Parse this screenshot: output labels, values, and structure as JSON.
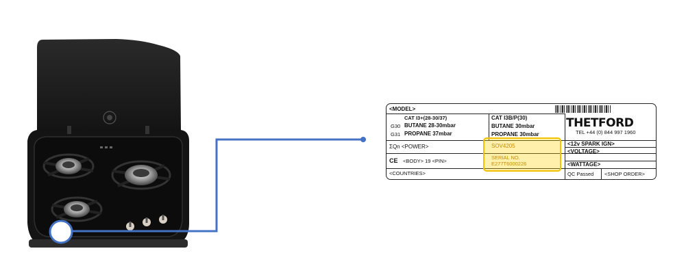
{
  "colors": {
    "connector": "#4472c4",
    "highlight": "#f2c200",
    "hob": "#1a1a1a",
    "text": "#111111"
  },
  "hob": {
    "icon": "gas-hob-product-photo"
  },
  "label": {
    "model": "<MODEL>",
    "cat_left": "CAT I3+(28-30/37)",
    "butane_left": "BUTANE 28-30mbar",
    "propane_left": "PROPANE 37mbar",
    "g30": "G30",
    "g31": "G31",
    "cat_right": "CAT I3B/P(30)",
    "butane_right": "BUTANE 30mbar",
    "propane_right": "PROPANE 30mbar",
    "brand": "THETFORD",
    "phone": "TEL +44 (0) 844 997 1960",
    "power": "ΣQn <POWER>",
    "spark": "<12v SPARK IGN>",
    "sov": "SOV4205",
    "voltage": "<VOLTAGE>",
    "ce": "CE",
    "body_pin": "<BODY> 19 <PIN>",
    "serial_label": "SERIAL NO.",
    "serial_value": "E277T6000226",
    "wattage": "<WATTAGE>",
    "countries": "<COUNTRIES>",
    "qc": "QC Passed",
    "shop_order": "<SHOP ORDER>"
  }
}
